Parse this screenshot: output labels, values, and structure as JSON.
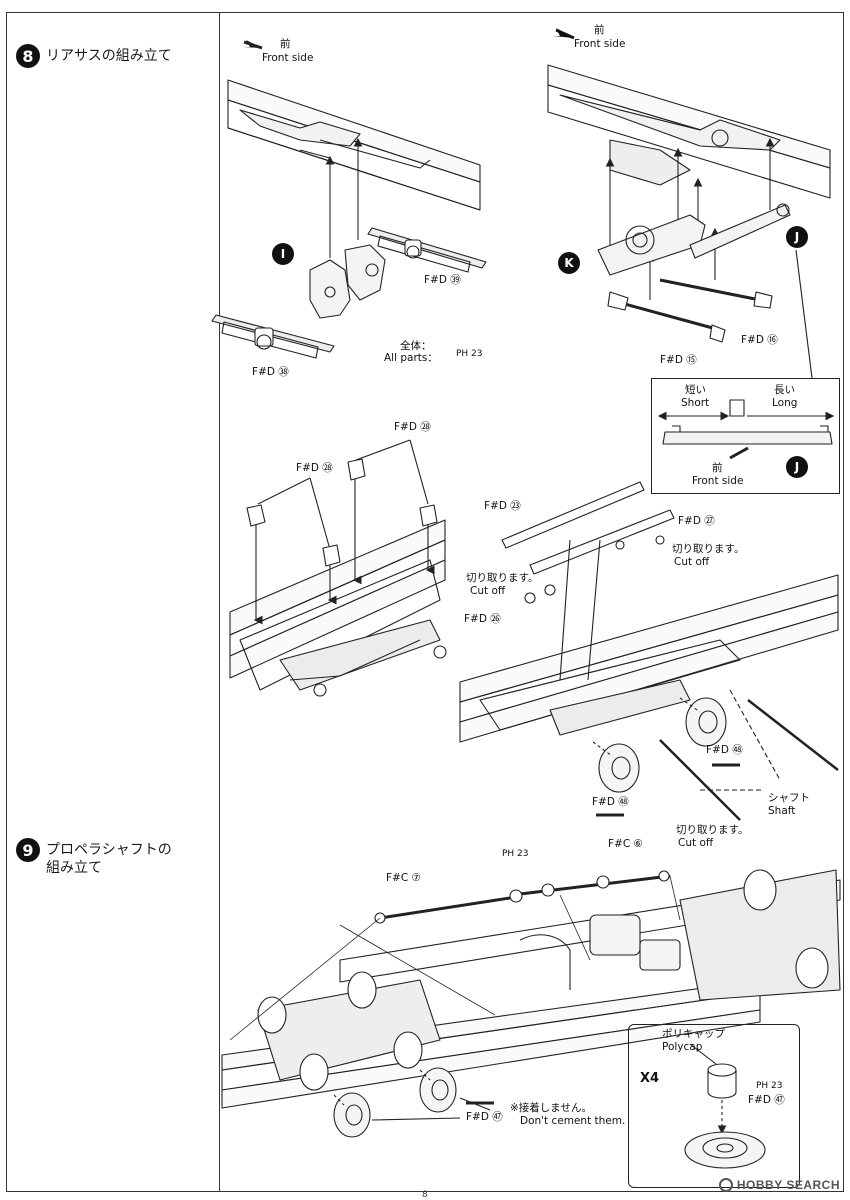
{
  "steps": [
    {
      "num": "8",
      "title": "リアサスの組み立て"
    },
    {
      "num": "9",
      "title_line1": "プロペラシャフトの",
      "title_line2": "組み立て"
    }
  ],
  "labels": {
    "front_jp": "前",
    "front_en": "Front side",
    "part_I": "I",
    "part_K": "K",
    "part_J": "J",
    "fd39": "F#D ㊴",
    "fd38": "F#D ㊳",
    "fd15": "F#D ⑮",
    "fd16": "F#D ⑯",
    "all_parts_jp": "全体：",
    "all_parts_en": "All parts：",
    "all_parts_ref": "PH 23",
    "short_jp": "短い",
    "short_en": "Short",
    "long_jp": "長い",
    "long_en": "Long",
    "fd28": "F#D ㉘",
    "fd23": "F#D ㉓",
    "fd27": "F#D ㉗",
    "fd26": "F#D ㉖",
    "cutoff_jp": "切り取ります。",
    "cutoff_en": "Cut off",
    "fd48": "F#D ㊽",
    "shaft_jp": "シャフト",
    "shaft_en": "Shaft",
    "fc7": "F#C ⑦",
    "fc6": "F#C ⑥",
    "ph23": "PH 23",
    "fd47": "F#D ㊼",
    "no_cement_jp": "※接着しません。",
    "no_cement_en": "Don't cement them.",
    "polycap_jp": "ポリキャップ",
    "polycap_en": "Polycap",
    "x4": "X4"
  },
  "watermark": "HOBBY SEARCH",
  "page_number": "8"
}
